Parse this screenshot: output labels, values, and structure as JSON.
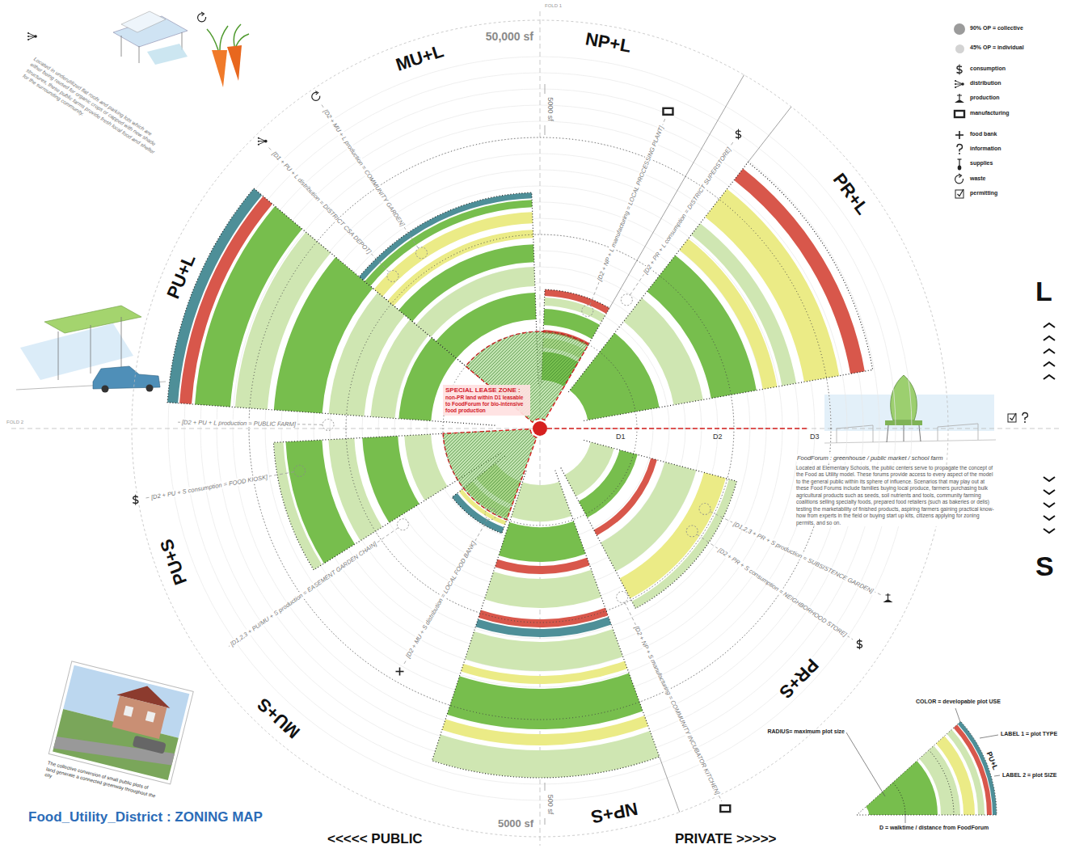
{
  "diagram": {
    "title": "Food_Utility_District : ZONING MAP",
    "nodes": [
      {
        "text": [
          "SPECIAL LEASE ZONE :",
          "non-PR land within D1 leasable to FoodForum for bio-intensive food production"
        ]
      }
    ],
    "labels": [
      "FOLD 1",
      "FOLD 2",
      "50,000 sf",
      "5000 sf",
      "MU+L",
      "NP+L",
      "PR+L",
      "PU+L",
      "PU+S",
      "MU+S",
      "NP+S",
      "PR+S",
      "L",
      "S",
      "D1",
      "D2",
      "D3",
      "[D1 + PU + L distribution = DISTRICT CSA DEPOT]",
      "[D2 + MU + L production = COMMUNITY GARDEN]",
      "[D2 + NP + L manufacturing = LOCAL PROCESSING PLANT]",
      "[D2 + PR + L consumption = DISTRICT SUPERSTORE]",
      "[D2 + PU + L production = PUBLIC FARM]",
      "[D2 + PU + S consumption = FOOD KIOSK]",
      "[D1,2,3 + PU/MU + S production = EASEMENT GARDEN CHAIN]",
      "[D2 + MU + S distribution = LOCAL FOOD BANK]",
      "[D2 + NP + S manufacturing = COMMUNITY INCUBATOR KITCHEN]",
      "[D2 + PR + S consumption = NEIGHBORHOOD STORE]",
      "[D1,2,3 + PR + S production = SUBSISTENCE GARDEN]",
      "Located in underutilized flat roofs and parking lots which are either being reused for organic crops or capped with new shade structures, these public farms provide fresh local food and shelter for the surrounding community.",
      "FoodForum : greenhouse / public market / school farm",
      "Located at Elementary Schools, the public centers serve to propagate the concept of the Food as Utility model. These forums provide access to every aspect of the model to the general public within its sphere of influence. Scenarios that may play out at these Food Forums include families buying local produce, farmers purchasing bulk agricultural products such as seeds, soil nutrients and tools, community farming coalitions selling specialty foods, prepared food retailers (such as bakeries or delis) testing the marketability of finished products, aspiring farmers gaining practical know-how from experts in the field or buying start up kits, citizens applying for zoning permits, and so on.",
      "The collective conversion of small public plots of land generate a connected greenway throughout the city",
      "500 sf",
      "5000 sf",
      "<<<<< PUBLIC",
      "PRIVATE >>>>>",
      "COLOR = developable plot USE",
      "RADIUS= maximum plot size",
      "LABEL 1 = plot TYPE",
      "LABEL 2 = plot SIZE",
      "D = walktime / distance from FoodForum",
      "PU+L"
    ],
    "legend": [
      {
        "text": "90% OP = collective",
        "color": "#9b9b9b"
      },
      {
        "text": "45% OP = individual",
        "color": "#d3d3d3"
      },
      {
        "text": "consumption"
      },
      {
        "text": "distribution"
      },
      {
        "text": "production"
      },
      {
        "text": "manufacturing"
      },
      {
        "text": "food bank"
      },
      {
        "text": "information"
      },
      {
        "text": "supplies"
      },
      {
        "text": "waste"
      },
      {
        "text": "permitting"
      }
    ]
  }
}
